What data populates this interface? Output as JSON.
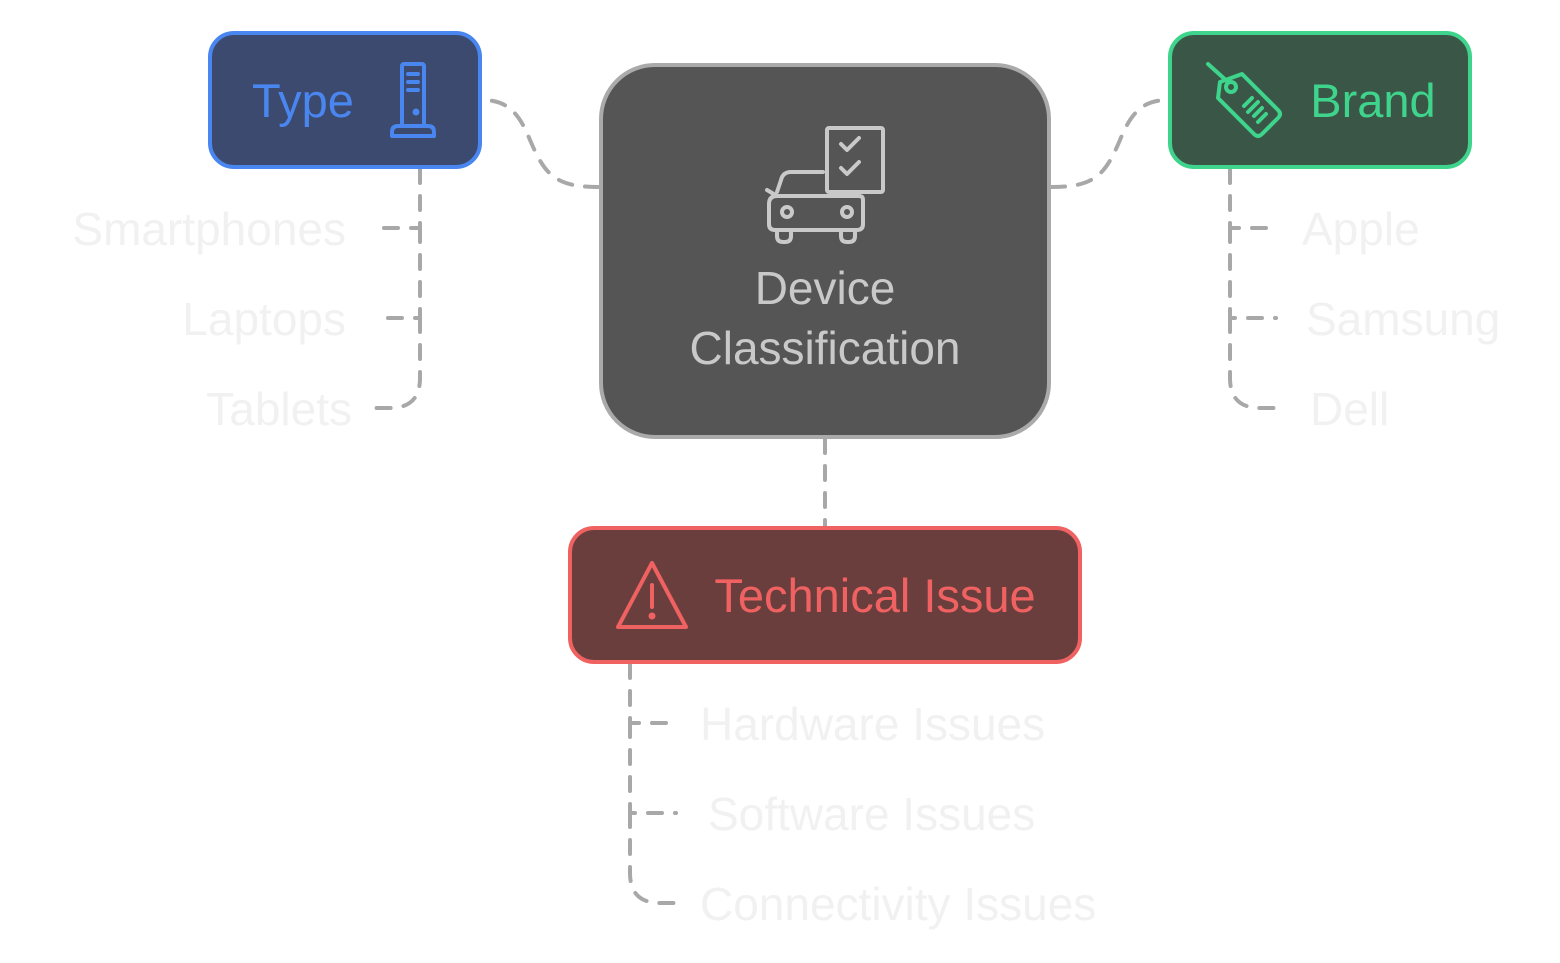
{
  "colors": {
    "background": "transparent",
    "connector": "#A8A8A8",
    "leaf_text": "#F1F1F1",
    "center_fill": "#555555",
    "center_border": "#AAAAAA",
    "center_text": "#C9C9C9",
    "type_fill": "#3B4A6E",
    "type_border": "#4A86F0",
    "type_text": "#4A86F0",
    "brand_fill": "#3A5647",
    "brand_border": "#3FD48C",
    "brand_text": "#3FD48C",
    "issue_fill": "#6B3E3E",
    "issue_border": "#F06161",
    "issue_text": "#F06161"
  },
  "center": {
    "title_line1": "Device",
    "title_line2": "Classification",
    "icon": "vehicle-checklist-icon"
  },
  "type": {
    "label": "Type",
    "icon": "tower-pc-icon",
    "items": [
      "Smartphones",
      "Laptops",
      "Tablets"
    ]
  },
  "brand": {
    "label": "Brand",
    "icon": "price-tag-icon",
    "items": [
      "Apple",
      "Samsung",
      "Dell"
    ]
  },
  "issue": {
    "label": "Technical Issue",
    "icon": "warning-triangle-icon",
    "items": [
      "Hardware Issues",
      "Software Issues",
      "Connectivity Issues"
    ]
  }
}
